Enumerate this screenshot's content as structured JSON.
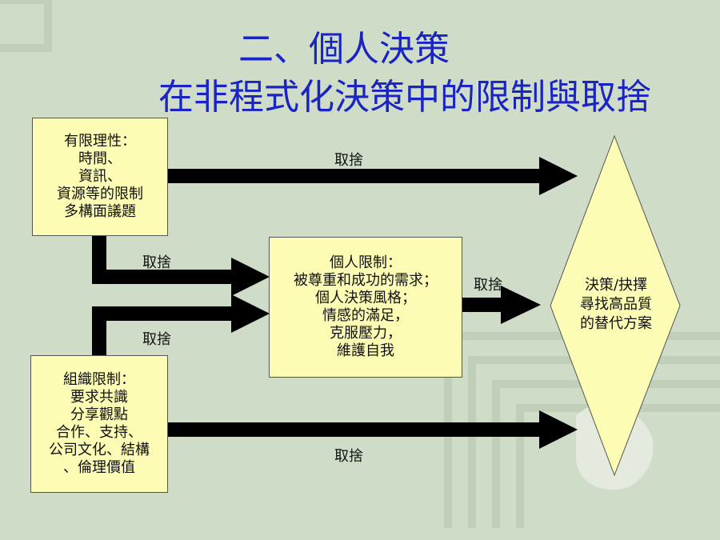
{
  "title": {
    "line1": "二、個人決策",
    "line2": "在非程式化決策中的限制與取捨"
  },
  "bounded_rationality": {
    "lines": [
      "有限理性：",
      "時間、",
      "資訊、",
      "資源等的限制",
      "多構面議題"
    ]
  },
  "org_constraints": {
    "lines": [
      "組織限制：",
      "要求共識",
      "分享觀點",
      "合作、支持、",
      "公司文化、結構",
      "、倫理價值"
    ]
  },
  "personal_constraints": {
    "lines": [
      "個人限制：",
      "被尊重和成功的需求；",
      "個人決策風格；",
      "情感的滿足，",
      "克服壓力，",
      "維護自我"
    ]
  },
  "decision": {
    "lines": [
      "決策/抉擇",
      "尋找高品質",
      "的替代方案"
    ]
  },
  "arrow_labels": {
    "top": "取捨",
    "upper_middle": "取捨",
    "lower_middle": "取捨",
    "right": "取捨",
    "bottom": "取捨"
  },
  "colors": {
    "title": "#1a23c4",
    "box_fill": "#fcfcb4",
    "background": "#cfdcc8",
    "arrow": "#000000"
  }
}
